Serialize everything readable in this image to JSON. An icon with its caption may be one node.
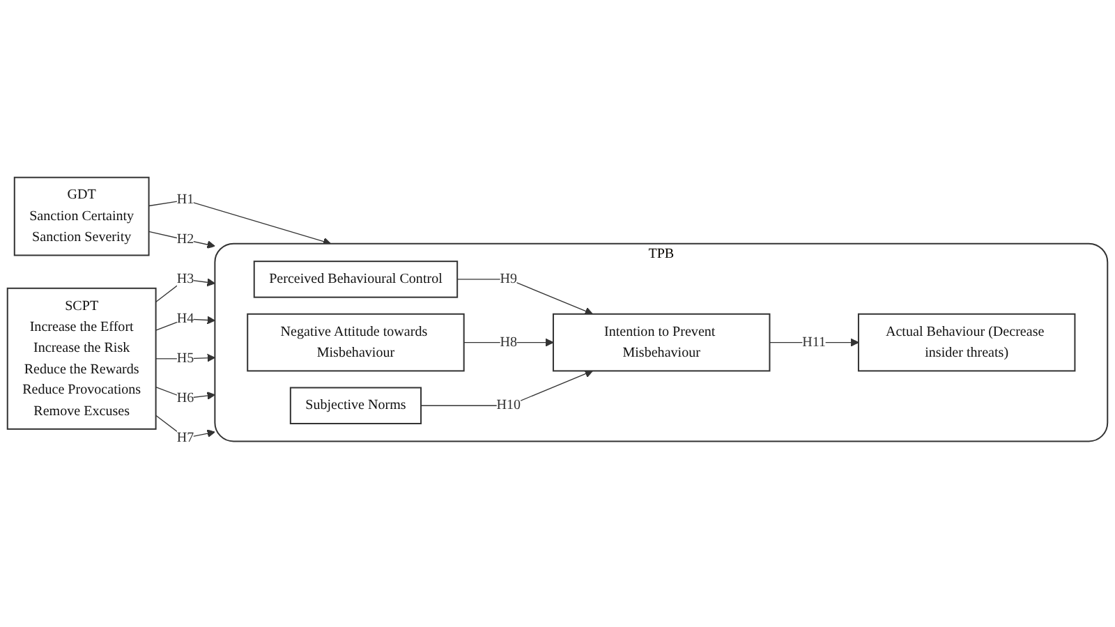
{
  "diagram": {
    "nodes": [
      {
        "text": [
          "GDT",
          "Sanction Certainty",
          "Sanction Severity"
        ]
      },
      {
        "text": [
          "SCPT",
          "Increase the Effort",
          "Increase the Risk",
          "Reduce the Rewards",
          "Reduce Provocations",
          "Remove Excuses"
        ]
      },
      {
        "text": [
          "TPB"
        ]
      },
      {
        "text": [
          "Perceived Behavioural Control"
        ],
        "in": 2
      },
      {
        "text": [
          "Negative Attitude towards Misbehaviour"
        ],
        "in": 2
      },
      {
        "text": [
          "Subjective Norms"
        ],
        "in": 2
      },
      {
        "text": [
          "Intention to Prevent Misbehaviour"
        ],
        "in": 2
      },
      {
        "text": [
          "Actual Behaviour (Decrease insider threats)"
        ],
        "in": 2
      }
    ],
    "edges": [
      {
        "from": 0,
        "to": 2,
        "arrow": "to",
        "label": "H1"
      },
      {
        "from": 0,
        "to": 2,
        "arrow": "to",
        "label": "H2"
      },
      {
        "from": 1,
        "to": 2,
        "arrow": "to",
        "label": "H3"
      },
      {
        "from": 1,
        "to": 2,
        "arrow": "to",
        "label": "H4"
      },
      {
        "from": 1,
        "to": 2,
        "arrow": "to",
        "label": "H5"
      },
      {
        "from": 1,
        "to": 2,
        "arrow": "to",
        "label": "H6"
      },
      {
        "from": 1,
        "to": 2,
        "arrow": "to",
        "label": "H7"
      },
      {
        "from": 3,
        "to": 6,
        "arrow": "to",
        "label": "H9"
      },
      {
        "from": 4,
        "to": 6,
        "arrow": "to",
        "label": "H8"
      },
      {
        "from": 5,
        "to": 6,
        "arrow": "to",
        "label": "H10"
      },
      {
        "from": 6,
        "to": 7,
        "arrow": "to",
        "label": "H11"
      }
    ]
  }
}
